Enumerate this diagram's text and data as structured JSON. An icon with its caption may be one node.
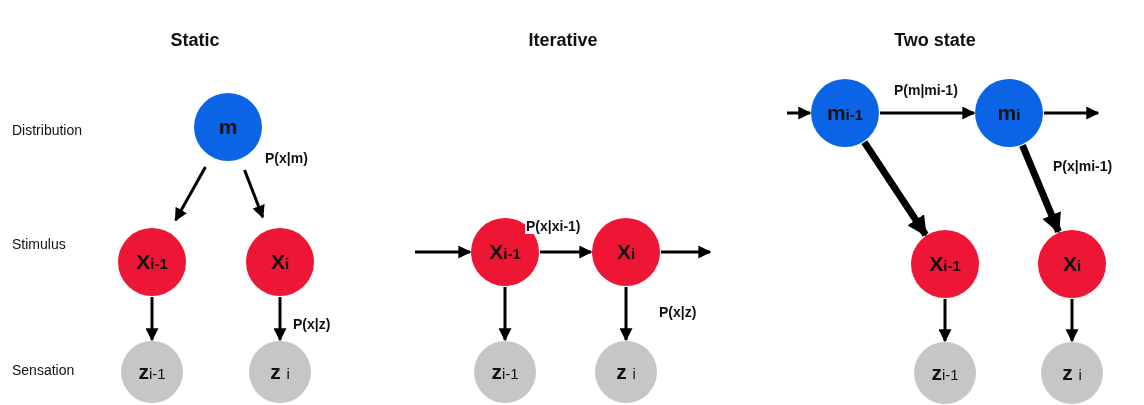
{
  "diagram": {
    "nodes": [
      {
        "text": [
          "m"
        ]
      },
      {
        "text": [
          "X$_{i-1}$"
        ]
      },
      {
        "text": [
          "X$_{i}$"
        ]
      },
      {
        "text": [
          "z$_{i-1}$"
        ]
      },
      {
        "text": [
          "z $_{i}$"
        ]
      },
      {
        "text": [
          "X$_{i-1}$"
        ]
      },
      {
        "text": [
          "X$_{i}$"
        ]
      },
      {
        "text": [
          "z$_{i-1}$"
        ]
      },
      {
        "text": [
          "z $_{i}$"
        ]
      },
      {
        "text": [
          "m$_{i-1}$"
        ]
      },
      {
        "text": [
          "m$_{i}$"
        ]
      },
      {
        "text": [
          "X$_{i-1}$"
        ]
      },
      {
        "text": [
          "X$_{i}$"
        ]
      },
      {
        "text": [
          "z$_{i-1}$"
        ]
      },
      {
        "text": [
          "z $_{i}$"
        ]
      }
    ],
    "edges": [
      {
        "from": 0,
        "to": 1,
        "arrow": "to"
      },
      {
        "from": 0,
        "to": 2,
        "arrow": "to",
        "label": "P(x|m)"
      },
      {
        "from": 1,
        "to": 3,
        "arrow": "to"
      },
      {
        "from": 2,
        "to": 4,
        "arrow": "to",
        "label": "P(x|z)"
      },
      {
        "from": null,
        "to": 5,
        "arrow": "to"
      },
      {
        "from": 5,
        "to": 6,
        "arrow": "to",
        "label": "P(x|xi-1)"
      },
      {
        "from": 6,
        "to": null,
        "arrow": "to"
      },
      {
        "from": 5,
        "to": 7,
        "arrow": "to"
      },
      {
        "from": 6,
        "to": 8,
        "arrow": "to",
        "label": "P(x|z)"
      },
      {
        "from": null,
        "to": 9,
        "arrow": "to"
      },
      {
        "from": 9,
        "to": 10,
        "arrow": "to",
        "label": "P(m|mi-1)"
      },
      {
        "from": 10,
        "to": null,
        "arrow": "to"
      },
      {
        "from": 9,
        "to": 11,
        "arrow": "to",
        "style": "thick"
      },
      {
        "from": 10,
        "to": 12,
        "arrow": "to",
        "style": "thick",
        "label": "P(x|mi-1)"
      },
      {
        "from": 11,
        "to": 13,
        "arrow": "to"
      },
      {
        "from": 12,
        "to": 14,
        "arrow": "to"
      }
    ],
    "labels": [
      "Static",
      "Iterative",
      "Two state",
      "Distribution",
      "Stimulus",
      "Sensation"
    ]
  }
}
